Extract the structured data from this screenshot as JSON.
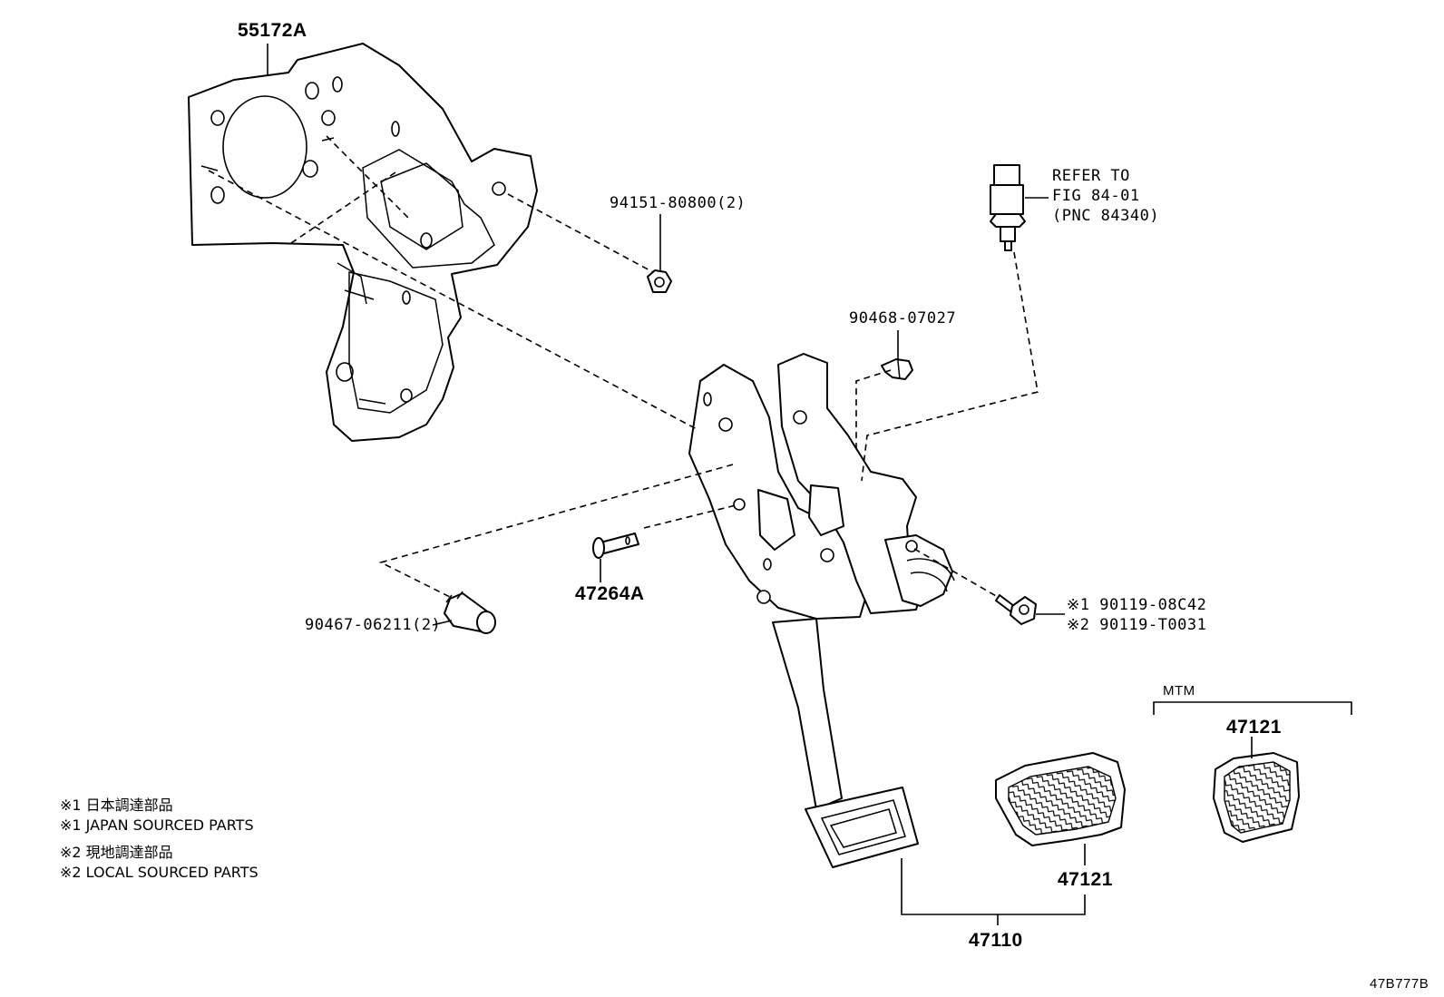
{
  "diagram_id": "47B777B",
  "parts": {
    "bracket": "55172A",
    "nut": "94151-80800(2)",
    "switch_ref_line1": "REFER TO",
    "switch_ref_line2": "FIG 84-01",
    "switch_ref_line3": "(PNC 84340)",
    "clip": "90468-07027",
    "pin": "47264A",
    "cushion": "90467-06211(2)",
    "bolt_1": "※1 90119-08C42",
    "bolt_2": "※2 90119-T0031",
    "pad_main": "47121",
    "pedal_assy": "47110",
    "mtm_label": "MTM",
    "pad_mtm": "47121"
  },
  "notes": [
    "※1 日本調達部品",
    "※1 JAPAN SOURCED PARTS",
    "※2 現地調達部品",
    "※2 LOCAL SOURCED PARTS"
  ]
}
